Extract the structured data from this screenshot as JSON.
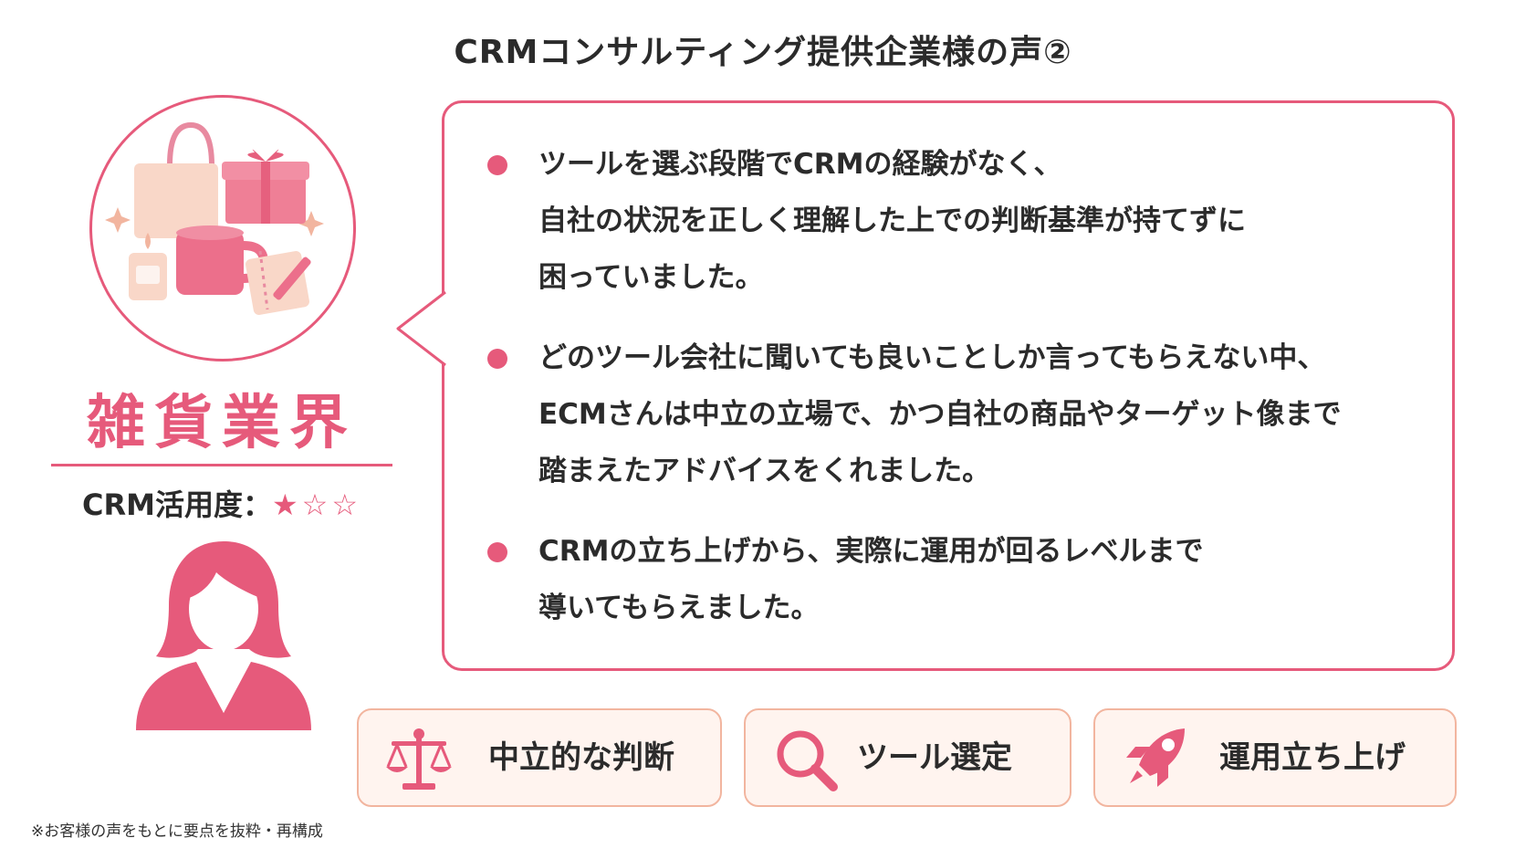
{
  "title": "CRMコンサルティング提供企業様の声②",
  "profile": {
    "industry": "雑貨業界",
    "rating_label": "CRM活用度：",
    "rating_stars": "★☆☆",
    "rating_value": 1,
    "rating_max": 3,
    "illustration": "gift-goods-illustration",
    "avatar": "businesswoman-avatar-icon"
  },
  "testimonials": [
    {
      "lines": [
        "ツールを選ぶ段階でCRMの経験がなく、",
        "自社の状況を正しく理解した上での判断基準が持てずに",
        "困っていました。"
      ]
    },
    {
      "lines": [
        "どのツール会社に聞いても良いことしか言ってもらえない中、",
        "ECMさんは中立の立場で、かつ自社の商品やターゲット像まで",
        "踏まえたアドバイスをくれました。"
      ]
    },
    {
      "lines": [
        "CRMの立ち上げから、実際に運用が回るレベルまで",
        "導いてもらえました。"
      ]
    }
  ],
  "tags": [
    {
      "icon": "scales-icon",
      "label": "中立的な判断"
    },
    {
      "icon": "magnifier-icon",
      "label": "ツール選定"
    },
    {
      "icon": "rocket-icon",
      "label": "運用立ち上げ"
    }
  ],
  "footnote": "※お客様の声をもとに要点を抜粋・再構成",
  "colors": {
    "accent": "#e65a7b",
    "tag_border": "#f2b59f",
    "tag_bg": "#fff4ef",
    "text": "#2b2b2b"
  }
}
